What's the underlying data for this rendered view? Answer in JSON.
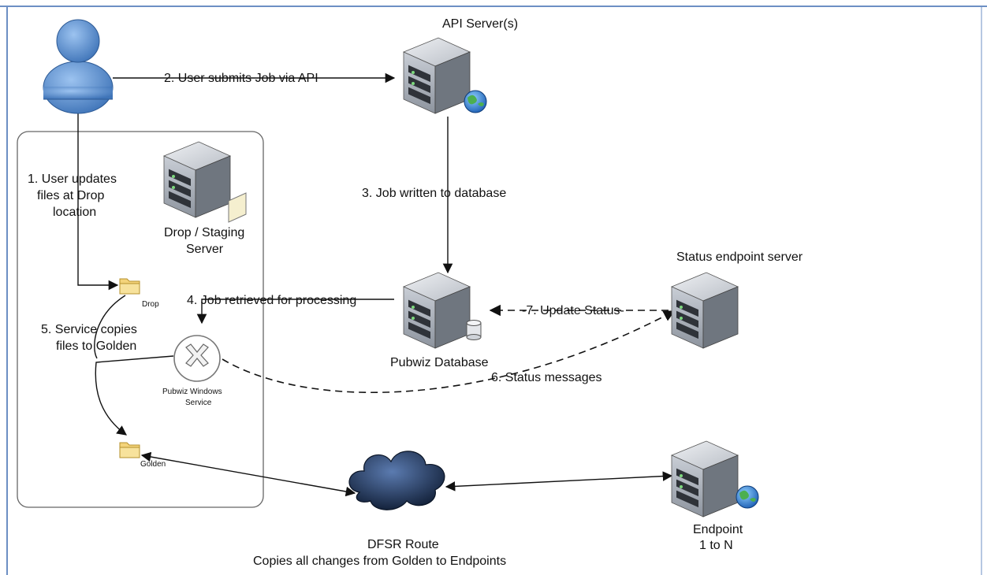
{
  "labels": {
    "api_servers": "API Server(s)",
    "step2": "2. User submits Job via API",
    "step1_line1": "1. User updates",
    "step1_line2": "files at Drop",
    "step1_line3": "location",
    "drop_server_line1": "Drop / Staging",
    "drop_server_line2": "Server",
    "step3": "3. Job written to database",
    "status_endpoint_server": "Status endpoint server",
    "drop": "Drop",
    "step4": "4. Job retrieved for processing",
    "step7": "-7. Update Status-",
    "step5_line1": "5. Service copies",
    "step5_line2": "files to Golden",
    "pubwiz_db": "Pubwiz Database",
    "step6": "6. Status messages",
    "service_line1": "Pubwiz Windows",
    "service_line2": "Service",
    "golden": "Golden",
    "endpoint_line1": "Endpoint",
    "endpoint_line2": "1 to N",
    "dfsr_line1": "DFSR Route",
    "dfsr_line2": "Copies all changes from Golden to Endpoints"
  },
  "icons": {
    "user": "user-icon",
    "api_server": "server-globe-icon",
    "drop_server": "server-document-icon",
    "database_server": "server-database-icon",
    "status_server": "server-icon",
    "endpoint_server": "server-globe-icon",
    "drop_folder": "folder-icon",
    "golden_folder": "folder-icon",
    "service": "windows-service-icon",
    "dfsr": "cloud-icon"
  },
  "colors": {
    "frame_border": "#6d8fc4",
    "user_body": "#5b8fd0",
    "server_light": "#d9dde3",
    "server_dark": "#5a6068",
    "folder": "#f3d37a",
    "cloud": "#1d2f4a",
    "globe": "#2f7fd8"
  }
}
